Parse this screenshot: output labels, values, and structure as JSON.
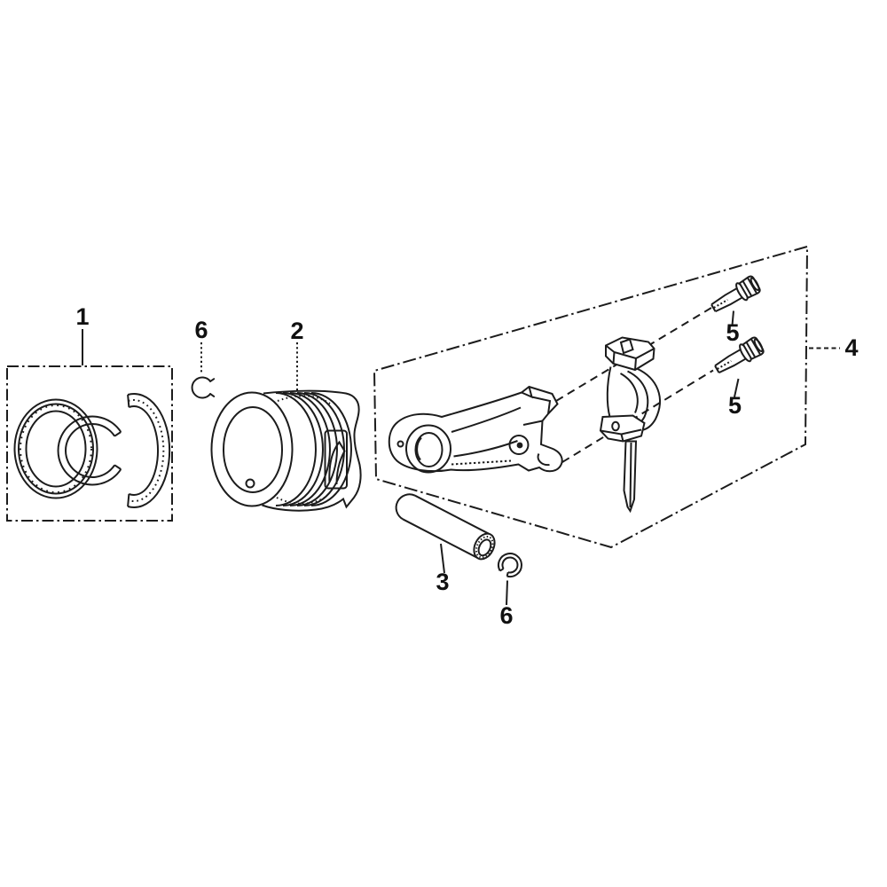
{
  "page": {
    "background": "#ffffff",
    "line_color": "#1c1c1c"
  },
  "callouts": {
    "ring_set": "1",
    "piston": "2",
    "piston_pin": "3",
    "rod_assembly": "4",
    "bolt_upper": "5",
    "bolt_lower": "5",
    "clip_upper": "6",
    "clip_lower": "6"
  }
}
